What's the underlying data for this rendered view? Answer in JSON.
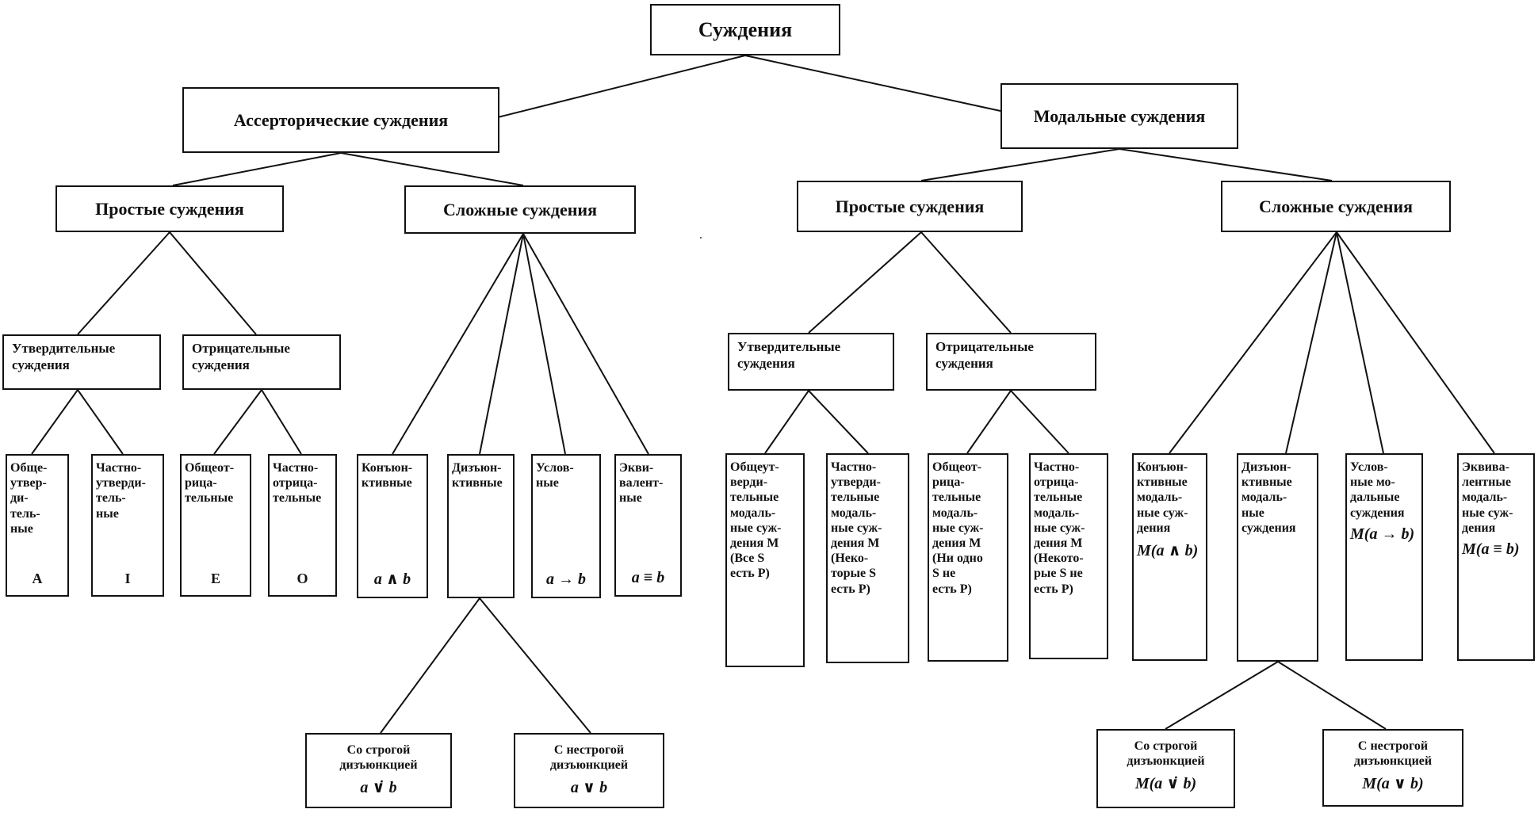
{
  "root": "Суждения",
  "assertoric": {
    "title": "Ассерторические суждения",
    "simple": {
      "title": "Простые суждения",
      "affirmative": {
        "title": "Утвердительные\nсуждения",
        "general": {
          "label": "Обще-\nутвер-\nди-\nтель-\nные",
          "formula": "A"
        },
        "partial": {
          "label": "Частно-\nутверди-\nтель-\nные",
          "formula": "I"
        }
      },
      "negative": {
        "title": "Отрицательные\nсуждения",
        "general": {
          "label": "Общеот-\nрица-\nтельные",
          "formula": "E"
        },
        "partial": {
          "label": "Частно-\nотрица-\nтельные",
          "formula": "O"
        }
      }
    },
    "complex": {
      "title": "Сложные суждения",
      "conjunctive": {
        "label": "Конъюн-\nктивные",
        "formula": "a ∧ b"
      },
      "disjunctive": {
        "label": "Дизъюн-\nктивные"
      },
      "conditional": {
        "label": "Услов-\nные",
        "formula": "a → b"
      },
      "equivalent": {
        "label": "Экви-\nвалент-\nные",
        "formula": "a ≡ b"
      },
      "strict": {
        "label": "Со строгой\nдизъюнкцией",
        "formula": "a ∨̇ b"
      },
      "nonstrict": {
        "label": "С нестрогой\nдизъюнкцией",
        "formula": "a ∨ b"
      }
    }
  },
  "modal": {
    "title": "Модальные суждения",
    "simple": {
      "title": "Простые суждения",
      "affirmative": {
        "title": "Утвердительные\nсуждения",
        "general": {
          "label": "Общеут-\nверди-\nтельные\nмодаль-\nные суж-\nдения M\n(Все S\nесть P)"
        },
        "partial": {
          "label": "Частно-\nутверди-\nтельные\nмодаль-\nные суж-\nдения M\n(Неко-\nторые S\nесть P)"
        }
      },
      "negative": {
        "title": "Отрицательные\nсуждения",
        "general": {
          "label": "Общеот-\nрица-\nтельные\nмодаль-\nные суж-\nдения M\n(Ни одно\nS не\nесть P)"
        },
        "partial": {
          "label": "Частно-\nотрица-\nтельные\nмодаль-\nные суж-\nдения M\n(Некото-\nрые S не\nесть P)"
        }
      }
    },
    "complex": {
      "title": "Сложные суждения",
      "conjunctive": {
        "label": "Конъюн-\nктивные\nмодаль-\nные суж-\nдения",
        "formula": "M(a ∧ b)"
      },
      "disjunctive": {
        "label": "Дизъюн-\nктивные\nмодаль-\nные суждения"
      },
      "conditional": {
        "label": "Услов-\nные мо-\nдальные\nсуждения",
        "formula": "M(a → b)"
      },
      "equivalent": {
        "label": "Эквива-\nлентные\nмодаль-\nные суж-\nдения",
        "formula": "M(a ≡ b)"
      },
      "strict": {
        "label": "Со строгой\nдизъюнкцией",
        "formula": "M(a ∨̇ b)"
      },
      "nonstrict": {
        "label": "С нестрогой\nдизъюнкцией",
        "formula": "M(a ∨ b)"
      }
    }
  }
}
